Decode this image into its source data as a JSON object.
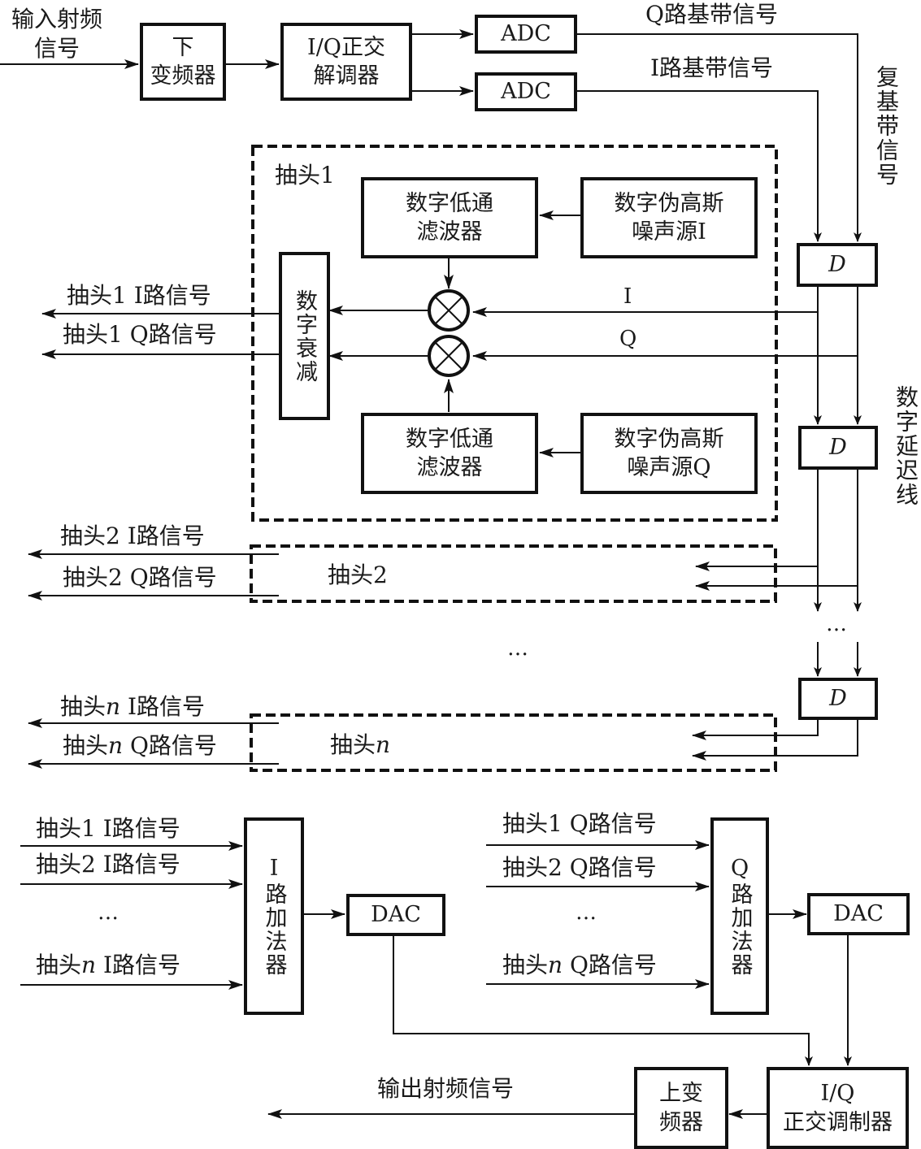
{
  "input": {
    "rf_in_label": "输入射频\n信号",
    "downconverter": "下\n变频器",
    "iq_demodulator": "I/Q正交\n解调器",
    "adc_q": "ADC",
    "adc_i": "ADC",
    "q_baseband_label": "Q路基带信号",
    "i_baseband_label": "I路基带信号",
    "complex_baseband_label": "复基带信号"
  },
  "delay_line": {
    "label": "数字延迟线",
    "delay_cells": [
      "D",
      "D",
      "D"
    ],
    "ellipsis": "…"
  },
  "tap1": {
    "title": "抽头1",
    "lpf_i": "数字低通\n滤波器",
    "noise_i": "数字伪高斯\n噪声源I",
    "lpf_q": "数字低通\n滤波器",
    "noise_q": "数字伪高斯\n噪声源Q",
    "attenuator": "数字衰减",
    "i_line_label": "I",
    "q_line_label": "Q",
    "out_i": "抽头1 I路信号",
    "out_q": "抽头1 Q路信号"
  },
  "tap2": {
    "title": "抽头2",
    "out_i": "抽头2 I路信号",
    "out_q": "抽头2 Q路信号"
  },
  "tap_mid_ellipsis": "…",
  "tapn": {
    "title_prefix": "抽头",
    "title_n": "n",
    "out_i_prefix": "抽头",
    "out_i_suffix": " I路信号",
    "out_q_prefix": "抽头",
    "out_q_suffix": " Q路信号",
    "n": "n"
  },
  "i_adder": {
    "label": "I路加法器",
    "inputs": [
      "抽头1 I路信号",
      "抽头2 I路信号",
      "…"
    ],
    "last_input_prefix": "抽头",
    "last_input_n": "n",
    "last_input_suffix": " I路信号",
    "dac": "DAC"
  },
  "q_adder": {
    "label": "Q路加法器",
    "inputs": [
      "抽头1 Q路信号",
      "抽头2 Q路信号",
      "…"
    ],
    "last_input_prefix": "抽头",
    "last_input_n": "n",
    "last_input_suffix": " Q路信号",
    "dac": "DAC"
  },
  "output": {
    "iq_modulator": "I/Q\n正交调制器",
    "upconverter": "上变\n频器",
    "rf_out_label": "输出射频信号"
  }
}
